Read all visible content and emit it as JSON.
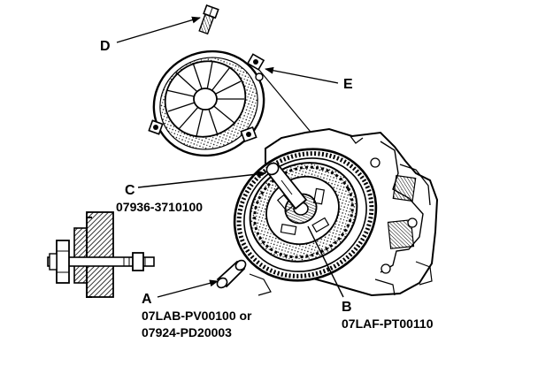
{
  "callouts": {
    "A": {
      "letter": "A",
      "part_line1": "07LAB-PV00100 or",
      "part_line2": "07924-PD20003"
    },
    "B": {
      "letter": "B",
      "part_number": "07LAF-PT00110"
    },
    "C": {
      "letter": "C",
      "part_number": "07936-3710100"
    },
    "D": {
      "letter": "D"
    },
    "E": {
      "letter": "E"
    }
  },
  "colors": {
    "ink": "#000000",
    "paper": "#ffffff",
    "hatch": "#000000"
  }
}
